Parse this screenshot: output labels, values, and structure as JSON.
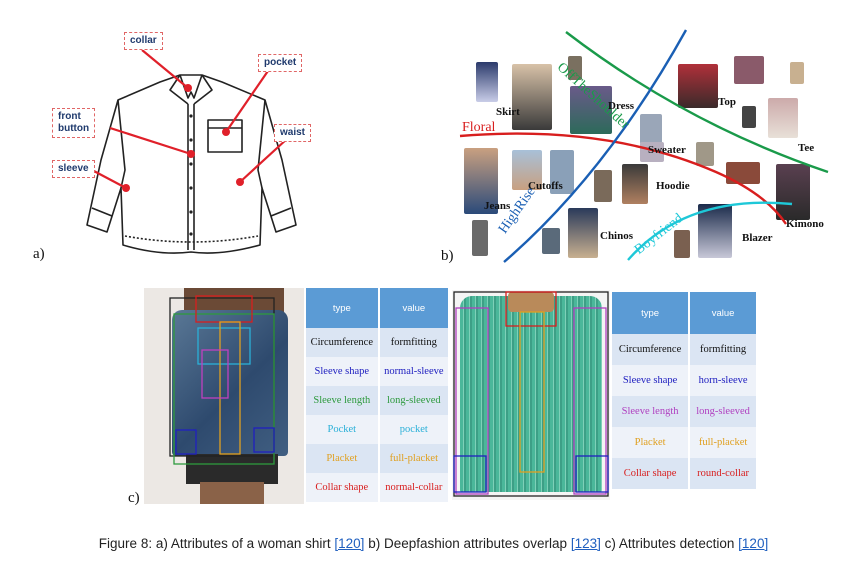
{
  "panel_a": {
    "letter": "a)",
    "labels": {
      "collar": "collar",
      "pocket": "pocket",
      "front_button_line1": "front",
      "front_button_line2": "button",
      "waist": "waist",
      "sleeve": "sleeve"
    },
    "colors": {
      "annotation": "#e0202a",
      "label_text": "#1f3a6d"
    }
  },
  "panel_b": {
    "letter": "b)",
    "curve_labels": {
      "offtheshoulder": "OffTheShoulder",
      "floral": "Floral",
      "highrise": "HighRise",
      "boyfriend": "Boyfriend"
    },
    "curve_colors": {
      "offtheshoulder": "#1a9a4a",
      "floral": "#d81e1e",
      "highrise": "#1a5fb4",
      "boyfriend": "#1ec8d8"
    },
    "items": {
      "skirt": "Skirt",
      "dress": "Dress",
      "top": "Top",
      "tee": "Tee",
      "sweater": "Sweater",
      "cutoffs": "Cutoffs",
      "hoodie": "Hoodie",
      "jeans": "Jeans",
      "chinos": "Chinos",
      "blazer": "Blazer",
      "kimono": "Kimono"
    }
  },
  "panel_c": {
    "letter": "c)",
    "header": {
      "type": "type",
      "value": "value"
    },
    "table_left": [
      {
        "type": "Circumference",
        "value": "formfitting",
        "color": "#111111"
      },
      {
        "type": "Sleeve shape",
        "value": "normal-sleeve",
        "color": "#2020c0"
      },
      {
        "type": "Sleeve length",
        "value": "long-sleeved",
        "color": "#2e9a3e"
      },
      {
        "type": "Pocket",
        "value": "pocket",
        "color": "#2ab0d8"
      },
      {
        "type": "Placket",
        "value": "full-placket",
        "color": "#e0a020"
      },
      {
        "type": "Collar shape",
        "value": "normal-collar",
        "color": "#d81e1e"
      }
    ],
    "table_right": [
      {
        "type": "Circumference",
        "value": "formfitting",
        "color": "#111111"
      },
      {
        "type": "Sleeve shape",
        "value": "horn-sleeve",
        "color": "#2020c0"
      },
      {
        "type": "Sleeve length",
        "value": "long-sleeved",
        "color": "#b040c0"
      },
      {
        "type": "Placket",
        "value": "full-placket",
        "color": "#e0a020"
      },
      {
        "type": "Collar shape",
        "value": "round-collar",
        "color": "#d81e1e"
      }
    ]
  },
  "caption": {
    "part1": "Figure 8: a) Attributes of a woman shirt ",
    "ref1": "[120]",
    "part2": " b) Deepfashion attributes overlap ",
    "ref2": "[123]",
    "part3": " c) Attributes detection ",
    "ref3": "[120]"
  }
}
